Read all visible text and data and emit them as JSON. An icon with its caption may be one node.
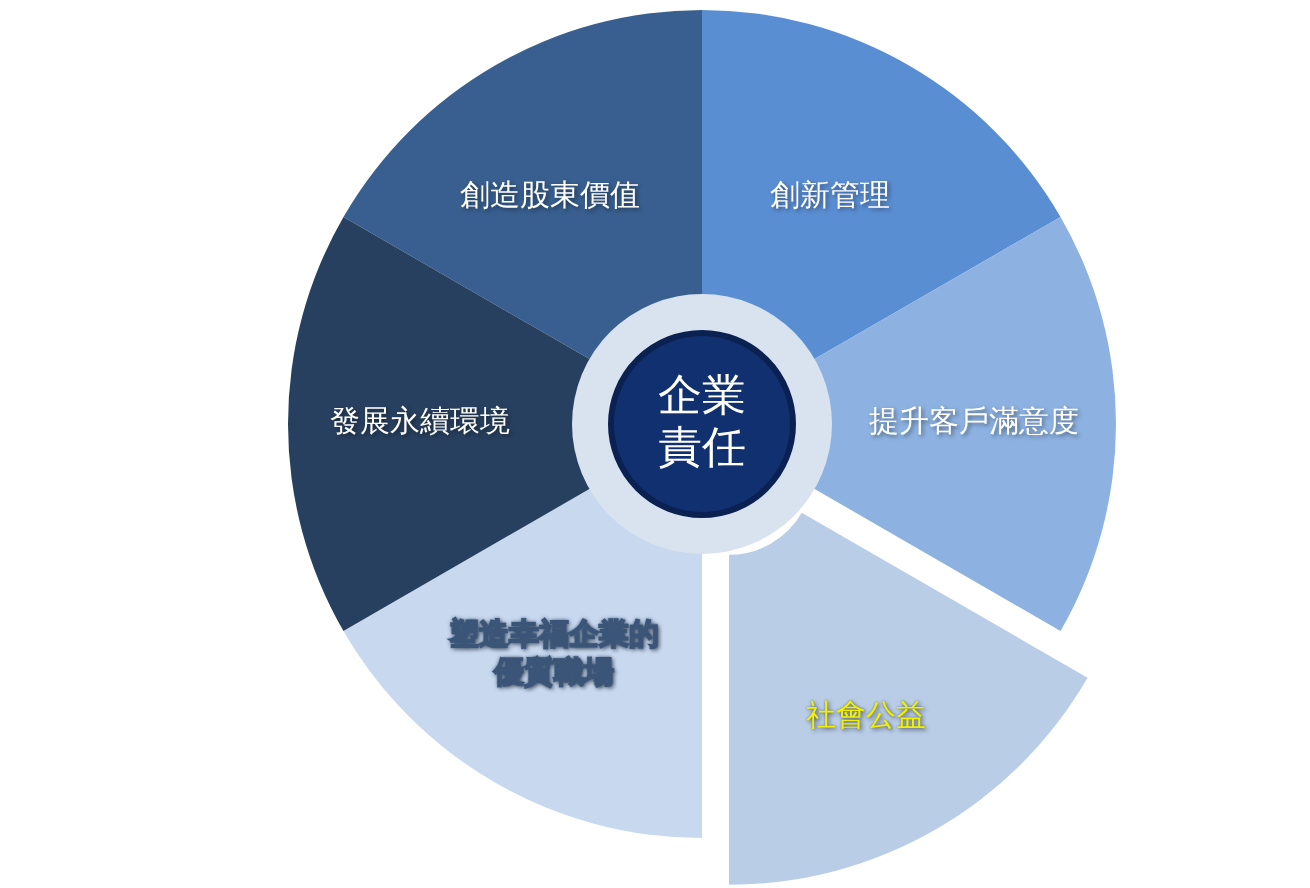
{
  "diagram": {
    "nodes": [
      {
        "text": [
          "企業責任"
        ]
      },
      {
        "text": [
          "創造股東價值"
        ]
      },
      {
        "text": [
          "創新管理"
        ]
      },
      {
        "text": [
          "提升客戶滿意度"
        ]
      },
      {
        "text": [
          "社會公益"
        ]
      },
      {
        "text": [
          "塑造幸福企業的優質職場"
        ]
      },
      {
        "text": [
          "發展永續環境"
        ]
      }
    ]
  }
}
